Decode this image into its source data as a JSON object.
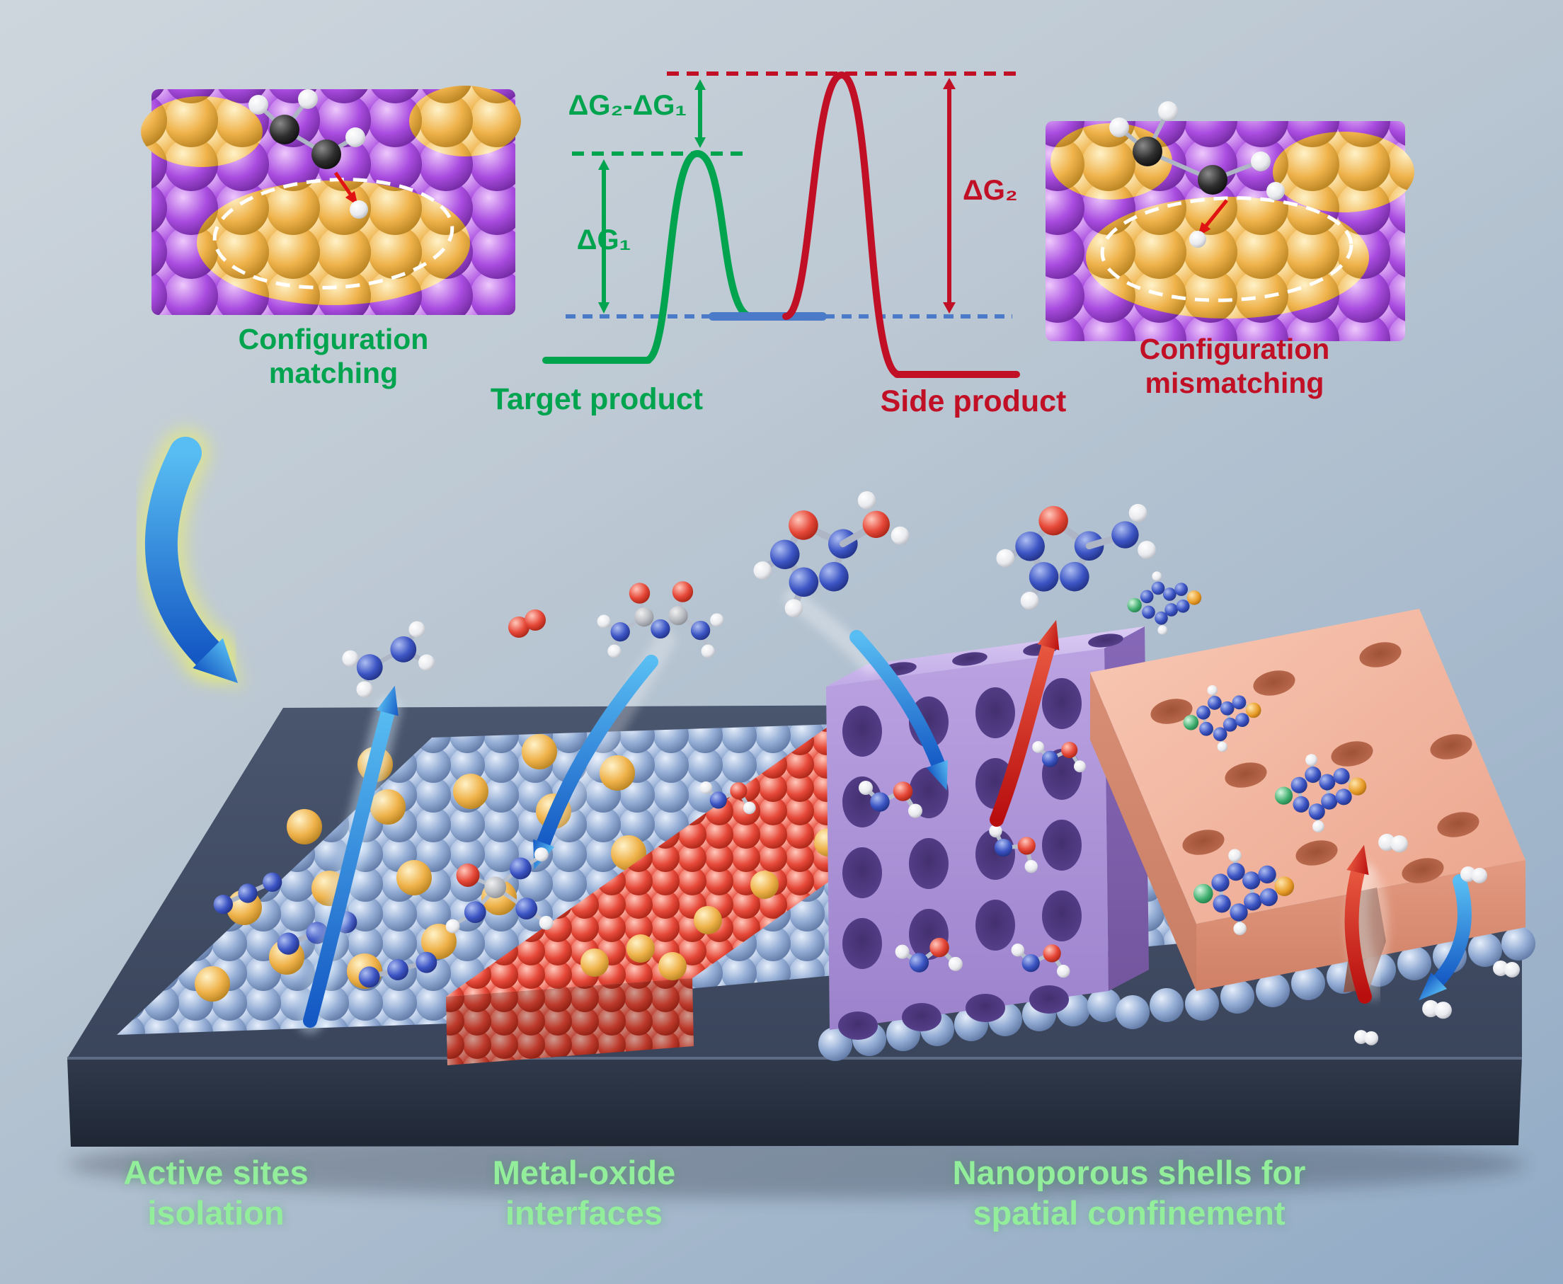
{
  "top_panels": {
    "left_caption": "Configuration matching",
    "right_caption": "Configuration mismatching"
  },
  "energy_diagram": {
    "gap_label": "ΔG₂-ΔG₁",
    "g1_label": "ΔG₁",
    "g2_label": "ΔG₂",
    "target_product": "Target product",
    "side_product": "Side product"
  },
  "strategy_labels": {
    "active_sites": "Active sites isolation",
    "metal_oxide": "Metal-oxide interfaces",
    "nanoporous": "Nanoporous shells for spatial confinement"
  },
  "colors": {
    "target_green": "#00A44F",
    "side_red": "#C11026",
    "strategy_label_green": "#93EE9B",
    "baseline_blue": "#4A7AC8",
    "arrow_blue": "#1E62C8",
    "arrow_red": "#D82A1A",
    "gold_sphere": "#EFB24A",
    "purple_sphere": "#A94CE0",
    "blue_sphere": "#8FA9D2",
    "red_sphere": "#E64838",
    "purple_block": "#B29AD8",
    "pink_block": "#F2B09A",
    "base_slab": "#3C4659"
  }
}
